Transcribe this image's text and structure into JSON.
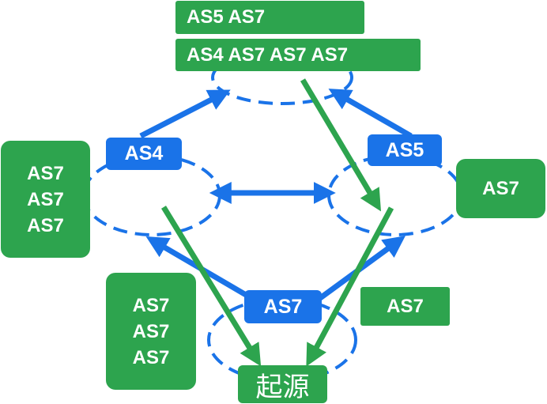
{
  "colors": {
    "as_blue": "#1a73e8",
    "path_green": "#2da44e",
    "background": "#ffffff"
  },
  "nodes": {
    "top_left": "AS4",
    "top_right": "AS5",
    "bottom": "AS7",
    "origin": "起源"
  },
  "paths": {
    "top": [
      "AS5 AS7",
      "AS4 AS7 AS7 AS7"
    ],
    "left": [
      "AS7",
      "AS7",
      "AS7"
    ],
    "right": "AS7",
    "bottom_left": [
      "AS7",
      "AS7",
      "AS7"
    ],
    "bottom_right": "AS7"
  }
}
